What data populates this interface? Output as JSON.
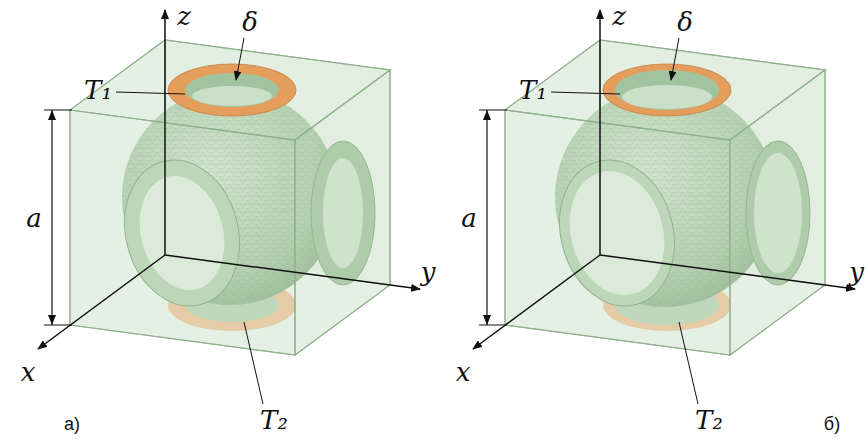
{
  "diagram": {
    "labels": [
      "z",
      "y",
      "x",
      "T₁",
      "δ",
      "a",
      "T₂",
      "а)",
      "z",
      "y",
      "x",
      "T₁",
      "δ",
      "a",
      "T₂",
      "б)"
    ]
  }
}
